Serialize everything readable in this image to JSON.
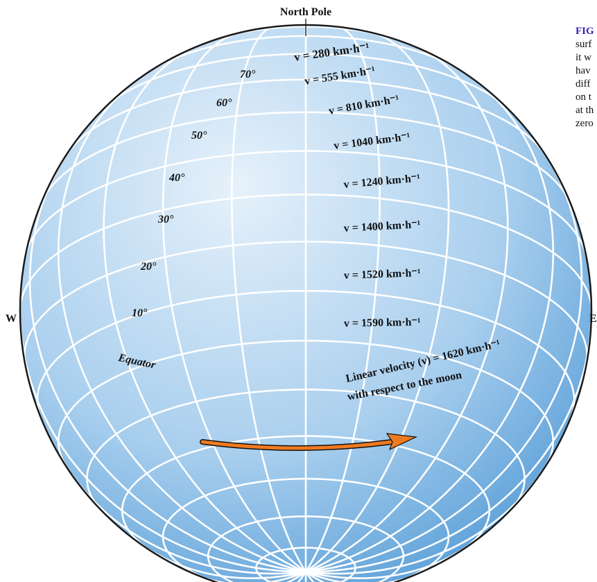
{
  "labels": {
    "north_pole": "North Pole",
    "west": "W",
    "east": "E",
    "equator": "Equator",
    "linear_velocity_line1": "Linear velocity (v) = 1620 km·h⁻¹",
    "linear_velocity_line2": "with respect to the moon"
  },
  "latitudes": [
    {
      "label": "70°",
      "velocity": "v = 555 km·h⁻¹"
    },
    {
      "label": "60°",
      "velocity": "v = 810 km·h⁻¹"
    },
    {
      "label": "50°",
      "velocity": "v = 1040 km·h⁻¹"
    },
    {
      "label": "40°",
      "velocity": "v = 1240 km·h⁻¹"
    },
    {
      "label": "30°",
      "velocity": "v = 1400 km·h⁻¹"
    },
    {
      "label": "20°",
      "velocity": "v = 1520 km·h⁻¹"
    },
    {
      "label": "10°",
      "velocity": "v = 1590 km·h⁻¹"
    }
  ],
  "pole_velocity": "v = 280 km·h⁻¹",
  "caption": {
    "title": "FIG",
    "lines": [
      "surf",
      "it w",
      "hav",
      "diff",
      "on t",
      "at th",
      "zero"
    ]
  },
  "colors": {
    "globe_light": "#dbeaf7",
    "globe_dark": "#4f9bd6",
    "grid_lines": "#ffffff",
    "outline": "#1a1a1a",
    "arrow": "#f07a20",
    "caption_title": "#3b1fb0"
  }
}
